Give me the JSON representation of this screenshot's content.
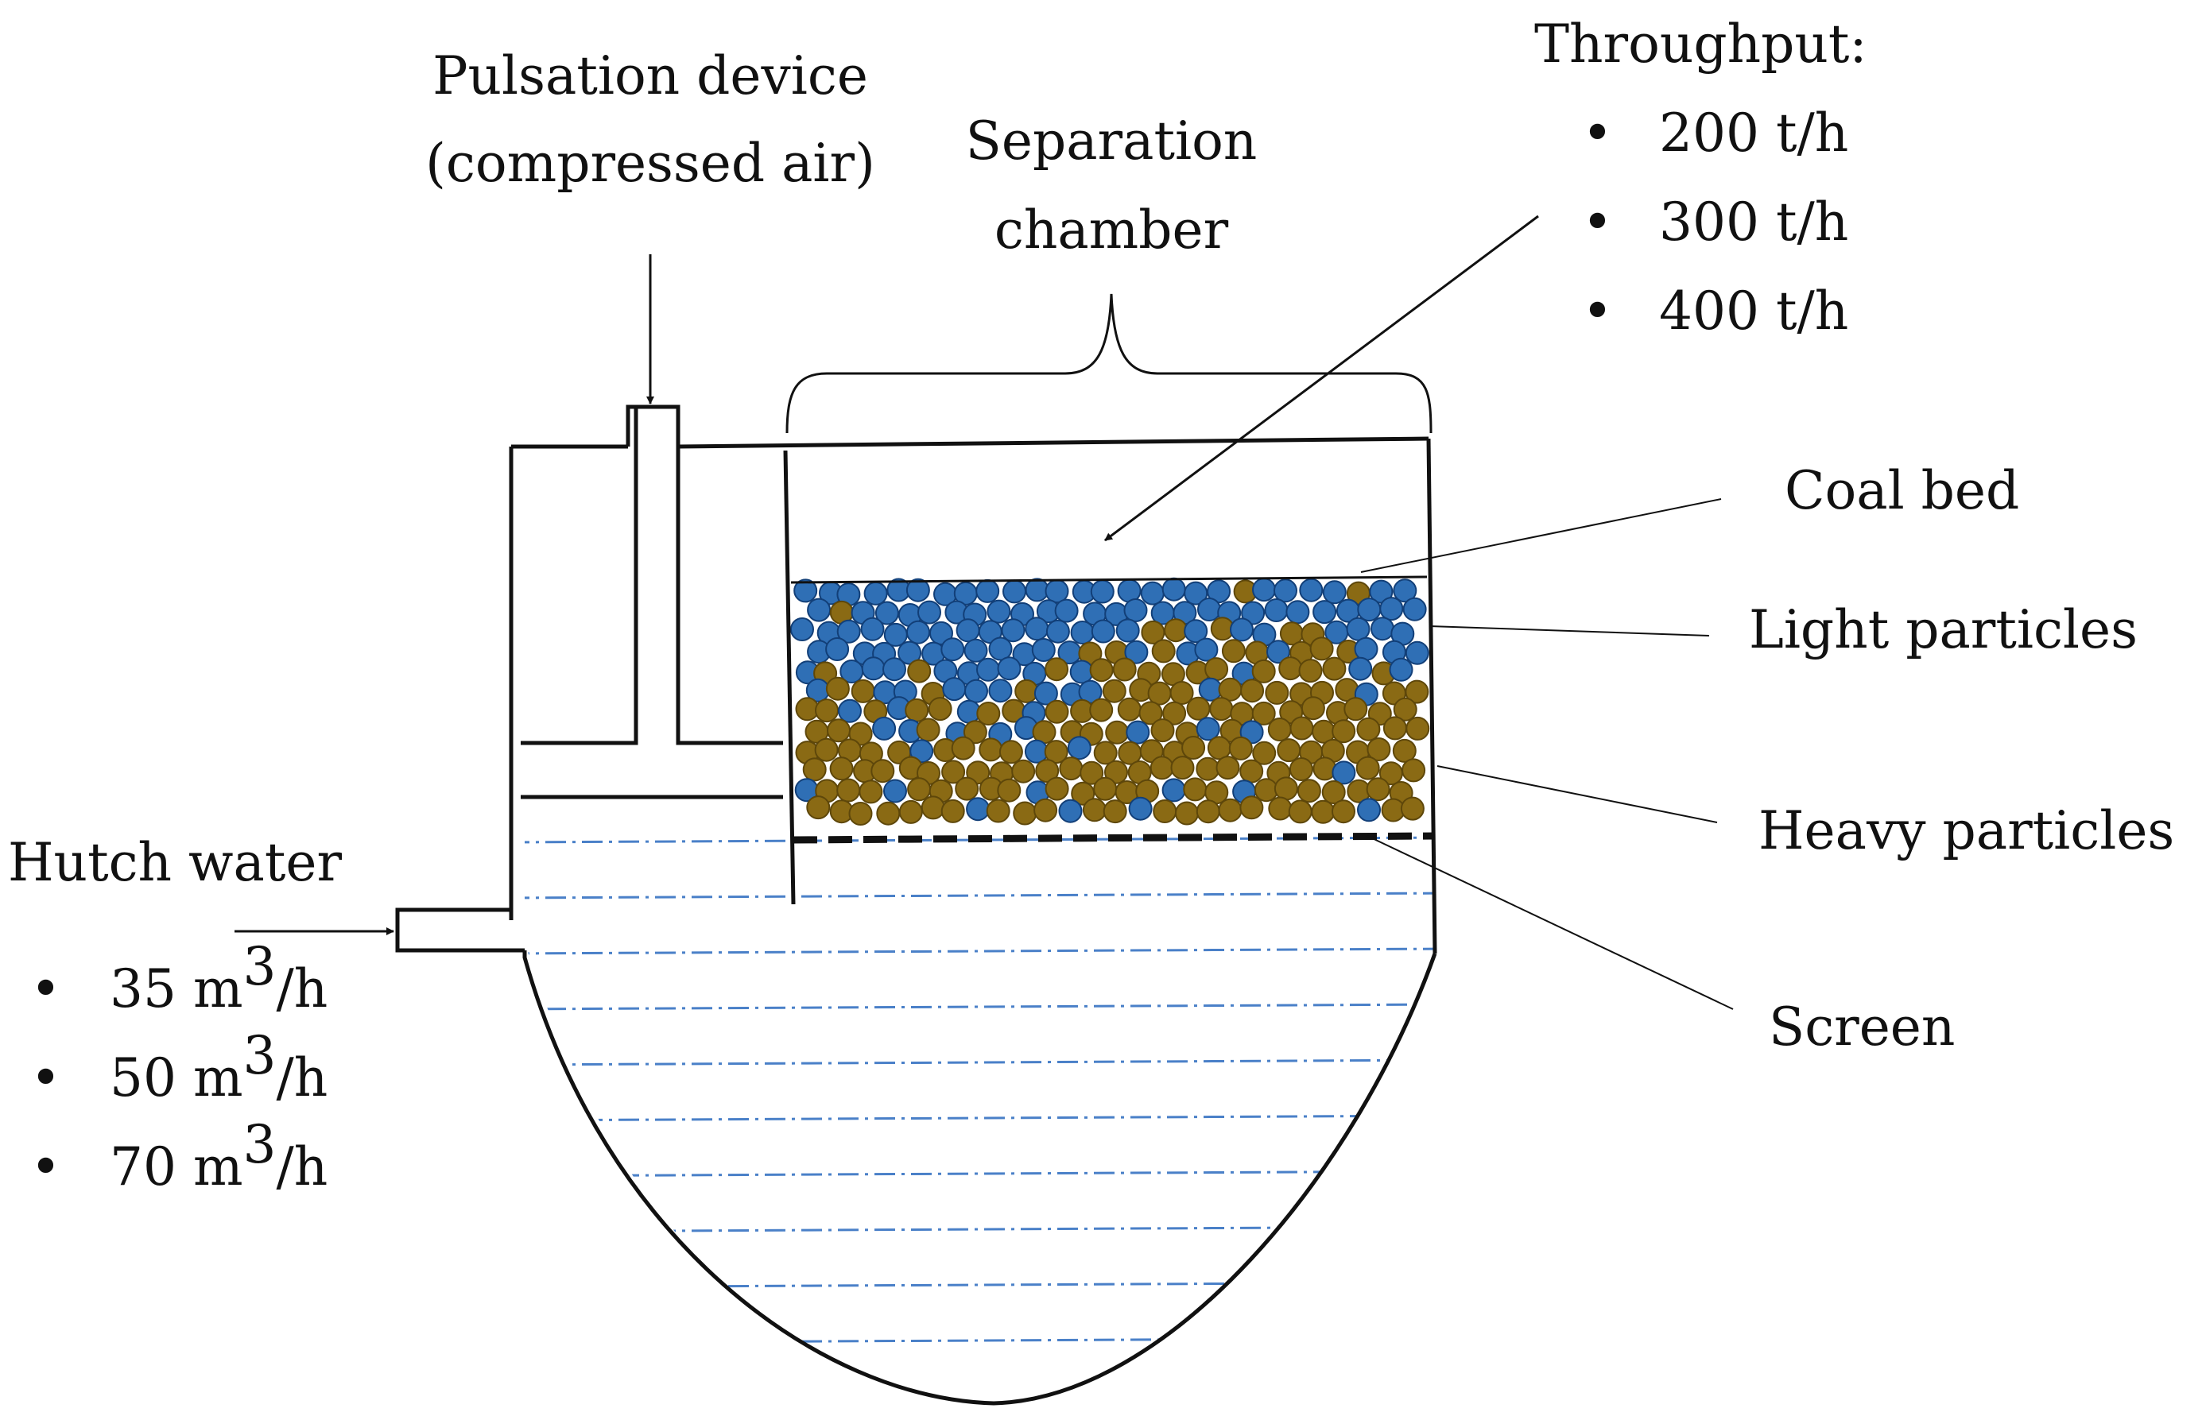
{
  "labels": {
    "pulsation_line1": "Pulsation device",
    "pulsation_line2": "(compressed air)",
    "separation_line1": "Separation",
    "separation_line2": "chamber",
    "throughput_title": "Throughput:",
    "coal_bed": "Coal bed",
    "light_particles": "Light particles",
    "heavy_particles": "Heavy particles",
    "screen": "Screen",
    "hutch_water_title": "Hutch water"
  },
  "throughput": {
    "bullet": "•",
    "items": [
      "200 t/h",
      "300 t/h",
      "400 t/h"
    ]
  },
  "hutch_water": {
    "bullet": "•",
    "items": [
      {
        "value": "35 m",
        "exp": "3",
        "unit": "/h"
      },
      {
        "value": "50 m",
        "exp": "3",
        "unit": "/h"
      },
      {
        "value": "70 m",
        "exp": "3",
        "unit": "/h"
      }
    ]
  },
  "colors": {
    "light_particle": "#2F6FB5",
    "light_particle_edge": "#123F78",
    "heavy_particle": "#8A6A14",
    "heavy_particle_edge": "#5E470A",
    "water_line": "#4A80C8",
    "outline": "#111111"
  }
}
